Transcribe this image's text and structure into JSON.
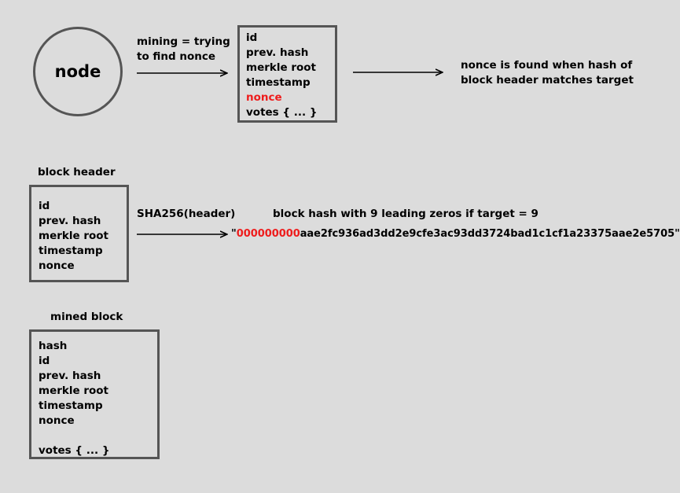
{
  "node": {
    "label": "node"
  },
  "mining_label": {
    "line1": "mining = trying",
    "line2": "to find nonce"
  },
  "block": {
    "fields": [
      "id",
      "prev. hash",
      "merkle root",
      "timestamp"
    ],
    "nonce": "nonce",
    "votes": "votes { ... }"
  },
  "found_note": {
    "line1": "nonce is found when hash of",
    "line2": "block header matches target"
  },
  "block_header": {
    "title": "block header",
    "fields": [
      "id",
      "prev. hash",
      "merkle root",
      "timestamp",
      "nonce"
    ]
  },
  "sha_label": "SHA256(header)",
  "hash_note": "block hash with 9 leading zeros if target = 9",
  "hash_value": {
    "open_quote": "\"",
    "zeros": "000000000",
    "rest": "aae2fc936ad3dd2e9cfe3ac93dd3724bad1c1cf1a23375aae2e5705\""
  },
  "mined_block": {
    "title": "mined block",
    "fields": [
      "hash",
      "id",
      "prev. hash",
      "merkle root",
      "timestamp",
      "nonce"
    ],
    "votes": "votes { ... }"
  },
  "colors": {
    "accent_red": "#ee1c1c",
    "border": "#555555",
    "background": "#dcdcdc"
  }
}
